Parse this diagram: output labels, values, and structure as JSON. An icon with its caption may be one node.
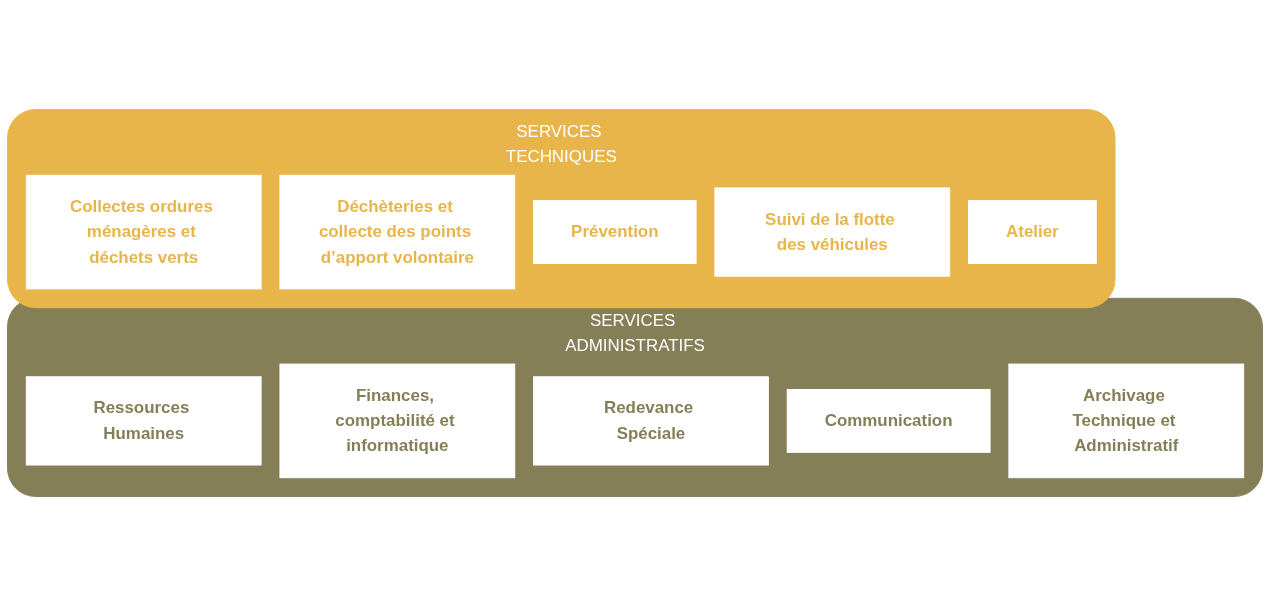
{
  "diagram": {
    "nodes": [
      {
        "text": [
          "SERVICES TECHNIQUES"
        ]
      },
      {
        "text": [
          "Collectes ordures ménagères et déchets verts"
        ],
        "in": 0
      },
      {
        "text": [
          "Déchèteries et collecte des points d’apport volontaire"
        ],
        "in": 0
      },
      {
        "text": [
          "Prévention"
        ],
        "in": 0
      },
      {
        "text": [
          "Suivi de la flotte des véhicules"
        ],
        "in": 0
      },
      {
        "text": [
          "Atelier"
        ],
        "in": 0
      },
      {
        "text": [
          "SERVICES ADMINISTRATIFS"
        ]
      },
      {
        "text": [
          "Ressources Humaines"
        ],
        "in": 6
      },
      {
        "text": [
          "Finances, comptabilité et informatique"
        ],
        "in": 6
      },
      {
        "text": [
          "Redevance Spéciale"
        ],
        "in": 6
      },
      {
        "text": [
          "Communication"
        ],
        "in": 6
      },
      {
        "text": [
          "Archivage Technique et Administratif"
        ],
        "in": 6
      }
    ],
    "edges": []
  }
}
